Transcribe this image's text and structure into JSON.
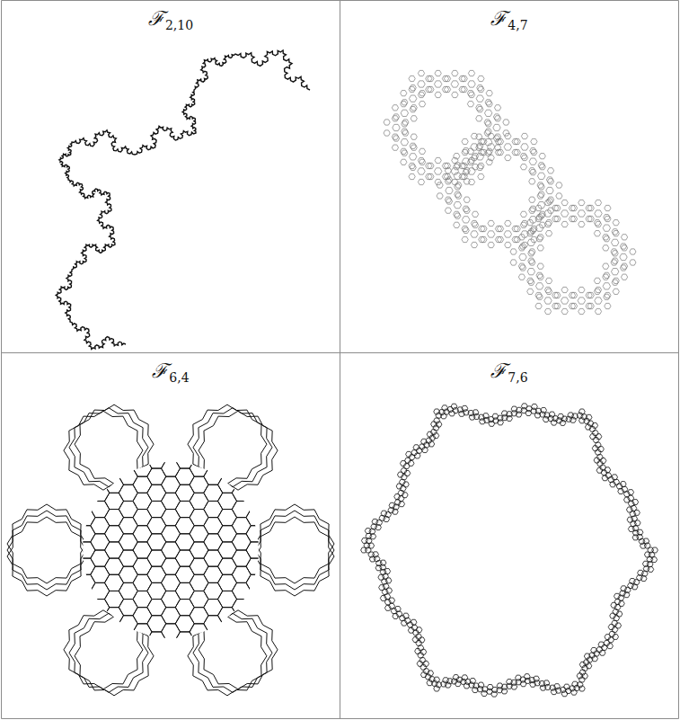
{
  "diagram": {
    "labels": [
      "ℱ",
      "2,10",
      "ℱ",
      "4,7",
      "ℱ",
      "6,4",
      "ℱ",
      "7,6"
    ]
  }
}
